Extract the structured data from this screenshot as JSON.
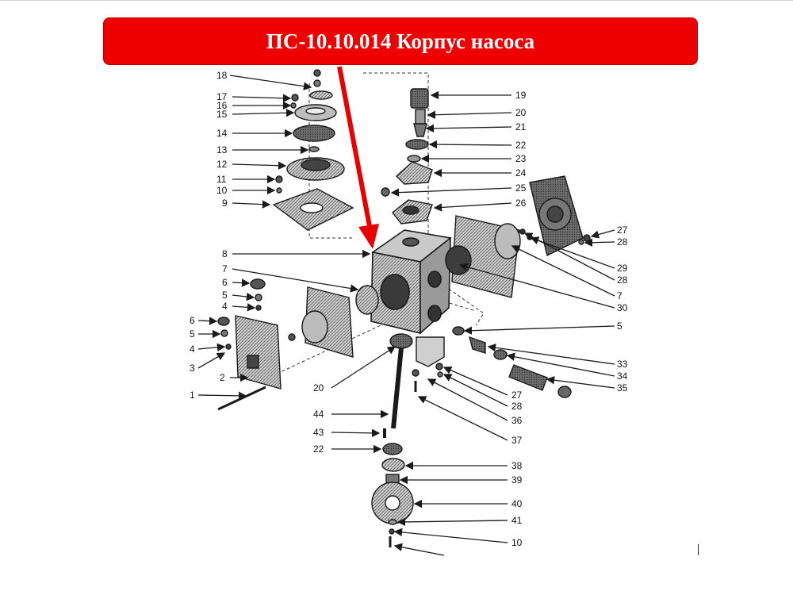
{
  "title": "ПС-10.10.014 Корпус насоса",
  "colors": {
    "banner": "#ef0000",
    "arrow": "#e80000",
    "ink": "#1a1a1a"
  },
  "left_labels": [
    "18",
    "17",
    "16",
    "15",
    "14",
    "13",
    "12",
    "11",
    "10",
    "9",
    "8",
    "7",
    "6",
    "5",
    "4",
    "6",
    "5",
    "4",
    "3",
    "2",
    "1",
    "20",
    "44",
    "43",
    "22"
  ],
  "right_labels": [
    "19",
    "20",
    "21",
    "22",
    "23",
    "24",
    "25",
    "26",
    "27",
    "28",
    "29",
    "28",
    "7",
    "30",
    "5",
    "33",
    "34",
    "35",
    "27",
    "28",
    "36",
    "37",
    "38",
    "39",
    "40",
    "41",
    "10"
  ]
}
